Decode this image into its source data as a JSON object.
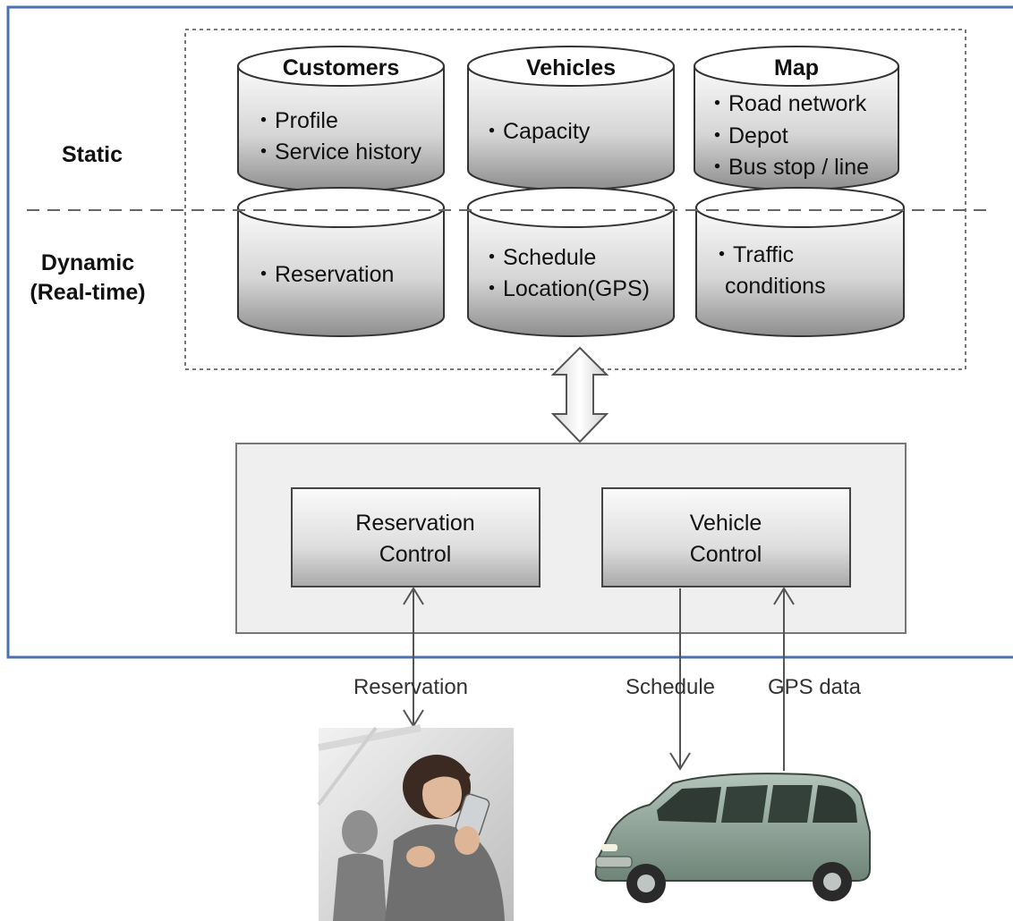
{
  "layers": {
    "static_label": "Static",
    "dynamic_label_line1": "Dynamic",
    "dynamic_label_line2": "(Real-time)"
  },
  "databases": {
    "customers": {
      "title": "Customers",
      "static_items": [
        "・Profile",
        "・Service history"
      ],
      "dynamic_items": [
        "・Reservation"
      ]
    },
    "vehicles": {
      "title": "Vehicles",
      "static_items": [
        "・Capacity"
      ],
      "dynamic_items": [
        "・Schedule",
        "・Location(GPS)"
      ]
    },
    "map": {
      "title": "Map",
      "static_items": [
        "・Road network",
        "・Depot",
        "・Bus stop / line"
      ],
      "dynamic_items": [
        "・Traffic",
        "conditions"
      ]
    }
  },
  "controls": {
    "reservation_line1": "Reservation",
    "reservation_line2": "Control",
    "vehicle_line1": "Vehicle",
    "vehicle_line2": "Control"
  },
  "flows": {
    "reservation": "Reservation",
    "schedule": "Schedule",
    "gps": "GPS data"
  },
  "colors": {
    "outer_border": "#4a72b0",
    "cylinder_dark": "#8e8e8e",
    "cylinder_light": "#fafafa",
    "panel_fill": "#efefef"
  }
}
